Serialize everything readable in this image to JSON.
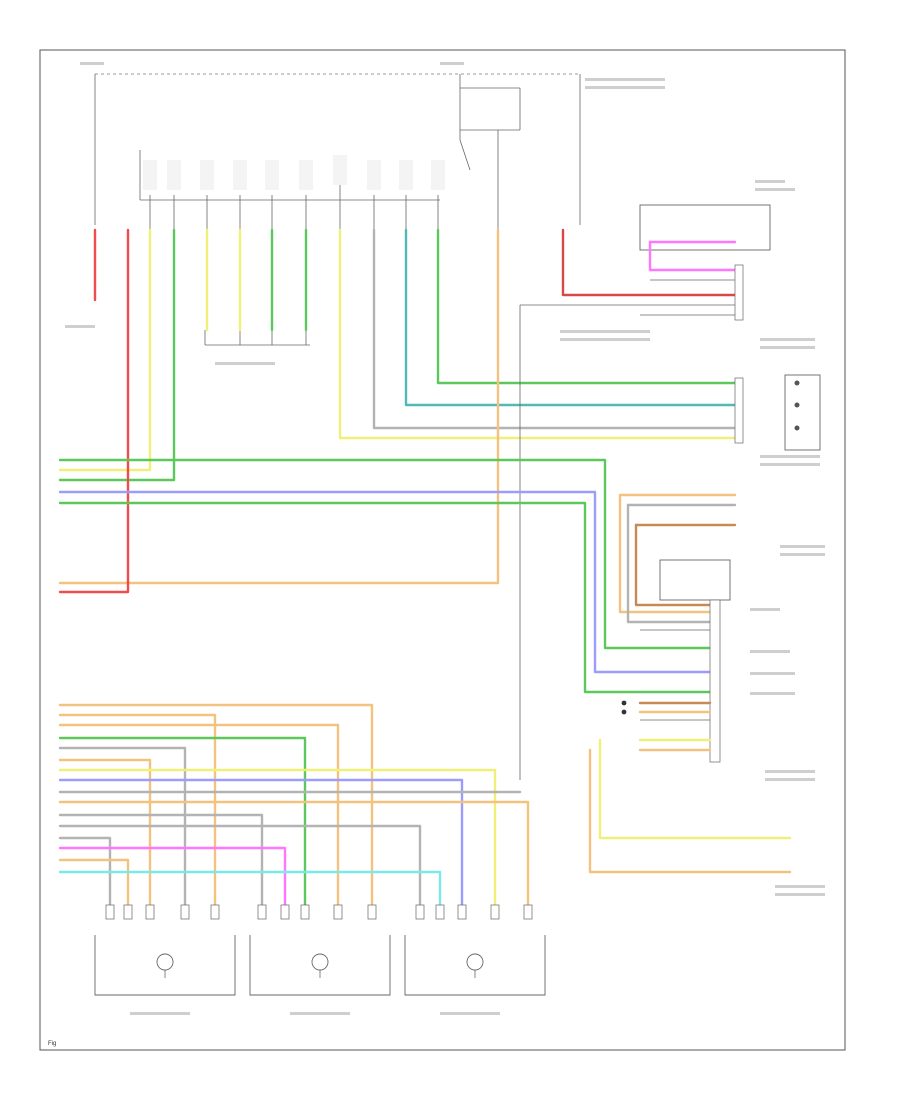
{
  "figure": {
    "corner_label": "Fig"
  },
  "components": [
    {
      "id": "fuse-panel",
      "label": ""
    },
    {
      "id": "body-control-module",
      "label": ""
    },
    {
      "id": "ac-control-module",
      "label": ""
    },
    {
      "id": "blower-motor",
      "label": ""
    },
    {
      "id": "mode-actuator",
      "label": ""
    },
    {
      "id": "recirc-actuator",
      "label": ""
    },
    {
      "id": "temp-actuator",
      "label": ""
    }
  ],
  "wires": [
    {
      "id": "w1",
      "color": "#f24b4b"
    },
    {
      "id": "w2",
      "color": "#f0ef7a"
    },
    {
      "id": "w3",
      "color": "#5cc85c"
    },
    {
      "id": "w4",
      "color": "#9c9cff"
    },
    {
      "id": "w5",
      "color": "#52b8b8"
    },
    {
      "id": "w6",
      "color": "#f2c27e"
    },
    {
      "id": "w7",
      "color": "#ff77ff"
    },
    {
      "id": "w8",
      "color": "#7de8e8"
    },
    {
      "id": "w9",
      "color": "#c88a55"
    },
    {
      "id": "w10",
      "color": "#b3b3b3"
    },
    {
      "id": "w11",
      "color": "#d84848"
    }
  ]
}
